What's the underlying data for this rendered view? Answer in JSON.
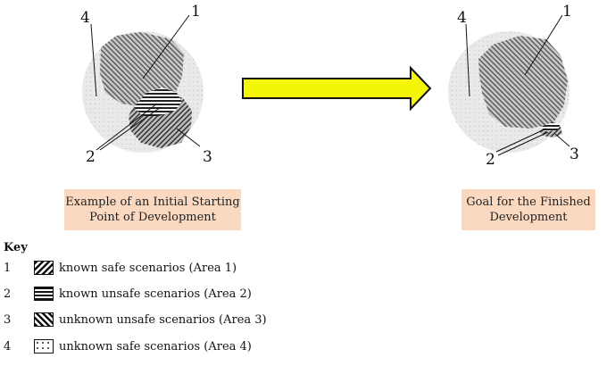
{
  "diagram": {
    "left_figure": {
      "callouts": [
        "1",
        "2",
        "3",
        "4"
      ],
      "caption_lines": [
        "Example of an Initial Starting",
        "Point of Development"
      ]
    },
    "right_figure": {
      "callouts": [
        "1",
        "2",
        "3",
        "4"
      ],
      "caption_lines": [
        "Goal for the Finished",
        "Development"
      ]
    },
    "arrow_color": "#f5f50a",
    "area_fill_color": "#e8e8e8"
  },
  "key": {
    "title": "Key",
    "items": [
      {
        "number": "1",
        "label": "known safe scenarios (Area 1)",
        "pattern": "diagonal-hatch"
      },
      {
        "number": "2",
        "label": "known unsafe scenarios (Area 2)",
        "pattern": "horizontal-hatch"
      },
      {
        "number": "3",
        "label": "unknown unsafe scenarios (Area 3)",
        "pattern": "reverse-diagonal-hatch"
      },
      {
        "number": "4",
        "label": "unknown safe scenarios (Area 4)",
        "pattern": "dotted"
      }
    ]
  }
}
